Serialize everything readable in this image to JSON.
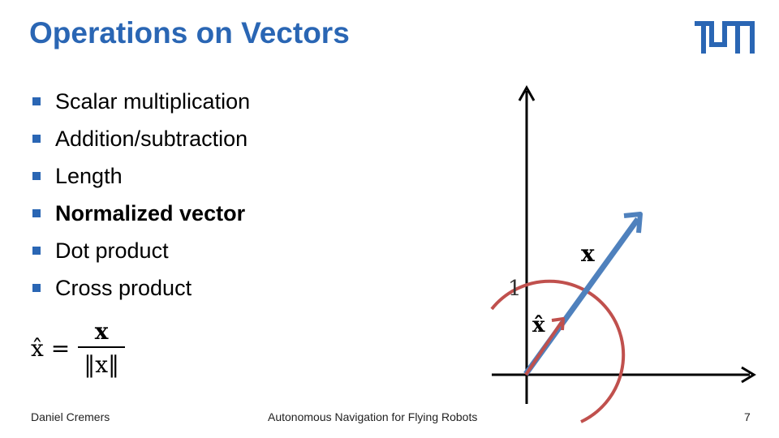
{
  "slide": {
    "title": "Operations on Vectors",
    "bullets": [
      {
        "text": "Scalar multiplication",
        "bold": false
      },
      {
        "text": "Addition/subtraction",
        "bold": false
      },
      {
        "text": "Length",
        "bold": false
      },
      {
        "text": "Normalized vector",
        "bold": true
      },
      {
        "text": "Dot product",
        "bold": false
      },
      {
        "text": "Cross product",
        "bold": false
      }
    ],
    "formula": {
      "lhs": "x̂ =",
      "numerator": "x",
      "denominator": "‖x‖"
    },
    "diagram": {
      "label_x": "x",
      "label_xhat": "x̂",
      "label_one": "1"
    },
    "footer": {
      "author": "Daniel Cremers",
      "course": "Autonomous Navigation for Flying Robots",
      "page": "7"
    }
  },
  "colors": {
    "title": "#2a66b4",
    "vector_x": "#4f81bd",
    "unit_circle": "#c0504d",
    "vector_xhat": "#c0504d",
    "axes": "#000000"
  },
  "icons": [
    "tum-logo",
    "bullet-square"
  ]
}
